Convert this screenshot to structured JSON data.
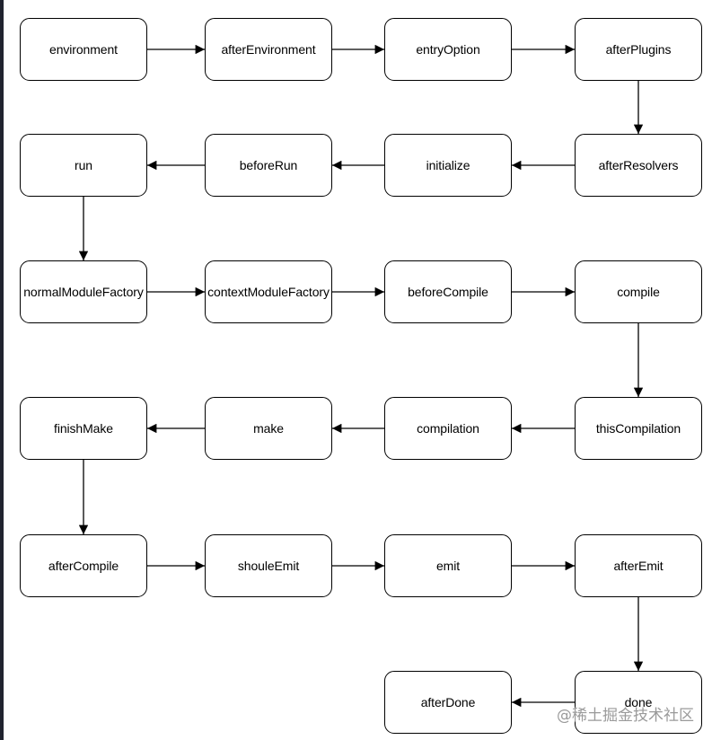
{
  "diagram": {
    "nodes": [
      {
        "id": "environment",
        "label": "environment"
      },
      {
        "id": "afterEnvironment",
        "label": "afterEnvironment"
      },
      {
        "id": "entryOption",
        "label": "entryOption"
      },
      {
        "id": "afterPlugins",
        "label": "afterPlugins"
      },
      {
        "id": "afterResolvers",
        "label": "afterResolvers"
      },
      {
        "id": "initialize",
        "label": "initialize"
      },
      {
        "id": "beforeRun",
        "label": "beforeRun"
      },
      {
        "id": "run",
        "label": "run"
      },
      {
        "id": "normalModuleFactory",
        "label": "normalModuleFactory"
      },
      {
        "id": "contextModuleFactory",
        "label": "contextModuleFactory"
      },
      {
        "id": "beforeCompile",
        "label": "beforeCompile"
      },
      {
        "id": "compile",
        "label": "compile"
      },
      {
        "id": "thisCompilation",
        "label": "thisCompilation"
      },
      {
        "id": "compilation",
        "label": "compilation"
      },
      {
        "id": "make",
        "label": "make"
      },
      {
        "id": "finishMake",
        "label": "finishMake"
      },
      {
        "id": "afterCompile",
        "label": "afterCompile"
      },
      {
        "id": "shouleEmit",
        "label": "shouleEmit"
      },
      {
        "id": "emit",
        "label": "emit"
      },
      {
        "id": "afterEmit",
        "label": "afterEmit"
      },
      {
        "id": "done",
        "label": "done"
      },
      {
        "id": "afterDone",
        "label": "afterDone"
      }
    ],
    "edges": [
      {
        "from": "environment",
        "to": "afterEnvironment"
      },
      {
        "from": "afterEnvironment",
        "to": "entryOption"
      },
      {
        "from": "entryOption",
        "to": "afterPlugins"
      },
      {
        "from": "afterPlugins",
        "to": "afterResolvers"
      },
      {
        "from": "afterResolvers",
        "to": "initialize"
      },
      {
        "from": "initialize",
        "to": "beforeRun"
      },
      {
        "from": "beforeRun",
        "to": "run"
      },
      {
        "from": "run",
        "to": "normalModuleFactory"
      },
      {
        "from": "normalModuleFactory",
        "to": "contextModuleFactory"
      },
      {
        "from": "contextModuleFactory",
        "to": "beforeCompile"
      },
      {
        "from": "beforeCompile",
        "to": "compile"
      },
      {
        "from": "compile",
        "to": "thisCompilation"
      },
      {
        "from": "thisCompilation",
        "to": "compilation"
      },
      {
        "from": "compilation",
        "to": "make"
      },
      {
        "from": "make",
        "to": "finishMake"
      },
      {
        "from": "finishMake",
        "to": "afterCompile"
      },
      {
        "from": "afterCompile",
        "to": "shouleEmit"
      },
      {
        "from": "shouleEmit",
        "to": "emit"
      },
      {
        "from": "emit",
        "to": "afterEmit"
      },
      {
        "from": "afterEmit",
        "to": "done"
      },
      {
        "from": "done",
        "to": "afterDone"
      }
    ]
  },
  "watermark": "@稀土掘金技术社区"
}
